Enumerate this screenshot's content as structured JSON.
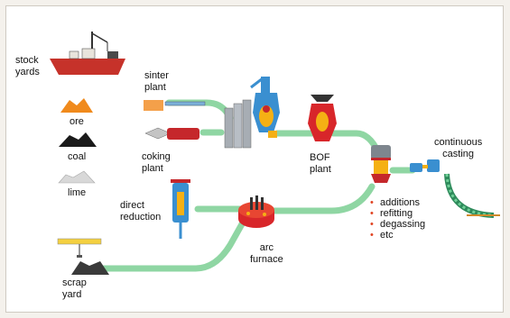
{
  "labels": {
    "stock_yards": "stock\nyards",
    "sinter_plant": "sinter\nplant",
    "ore": "ore",
    "coal": "coal",
    "lime": "lime",
    "coking_plant": "coking\nplant",
    "bof_plant": "BOF\nplant",
    "continuous_casting": "continuous\ncasting",
    "direct_reduction": "direct\nreduction",
    "arc_furnace": "arc\nfurnace",
    "scrap_yard": "scrap\nyard"
  },
  "treatments": [
    "additions",
    "refitting",
    "degassing",
    "etc"
  ],
  "colors": {
    "flow_line": "#8fd6a3",
    "bullet": "#e04422",
    "ore_pile": "#f08a1c",
    "coal_pile": "#1a1a1a",
    "lime_pile": "#d8d8d8",
    "vessel_red": "#d8262a",
    "molten": "#f5b014",
    "furnace_blue": "#3a8fd0",
    "furnace_grey": "#a7adb4"
  },
  "icons": [
    "ship-icon",
    "ore-pile-icon",
    "coal-pile-icon",
    "lime-pile-icon",
    "sinter-conveyor-icon",
    "coke-oven-icon",
    "blast-furnace-icon",
    "bof-converter-icon",
    "direct-reduction-shaft-icon",
    "arc-furnace-icon",
    "ladle-treatment-icon",
    "continuous-caster-icon",
    "scrap-crane-icon",
    "scrap-pile-icon"
  ]
}
